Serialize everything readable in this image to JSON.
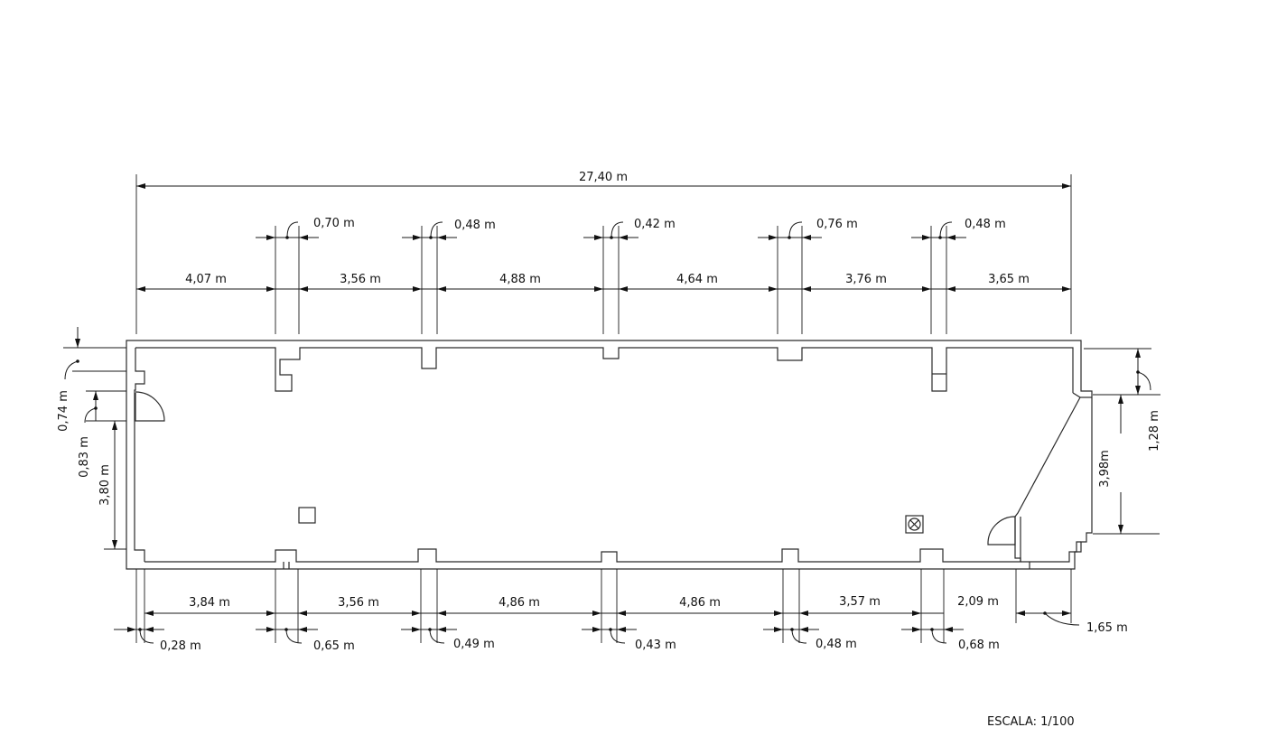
{
  "scale": "ESCALA: 1/100",
  "dimensions": {
    "overall": "27,40 m",
    "top_spans": [
      "4,07 m",
      "3,56 m",
      "4,88 m",
      "4,64 m",
      "3,76 m",
      "3,65 m"
    ],
    "top_pillars": [
      "0,70 m",
      "0,48 m",
      "0,42 m",
      "0,76 m",
      "0,48 m"
    ],
    "bottom_spans": [
      "3,84 m",
      "3,56 m",
      "4,86 m",
      "4,86 m",
      "3,57 m",
      "2,09 m"
    ],
    "bottom_pillars": [
      "0,28 m",
      "0,65 m",
      "0,49 m",
      "0,43 m",
      "0,48 m",
      "0,68 m"
    ],
    "bottom_right": "1,65 m",
    "left": [
      "0,74 m",
      "0,83 m",
      "3,80 m"
    ],
    "right": [
      "1,28 m",
      "3,98m"
    ]
  }
}
